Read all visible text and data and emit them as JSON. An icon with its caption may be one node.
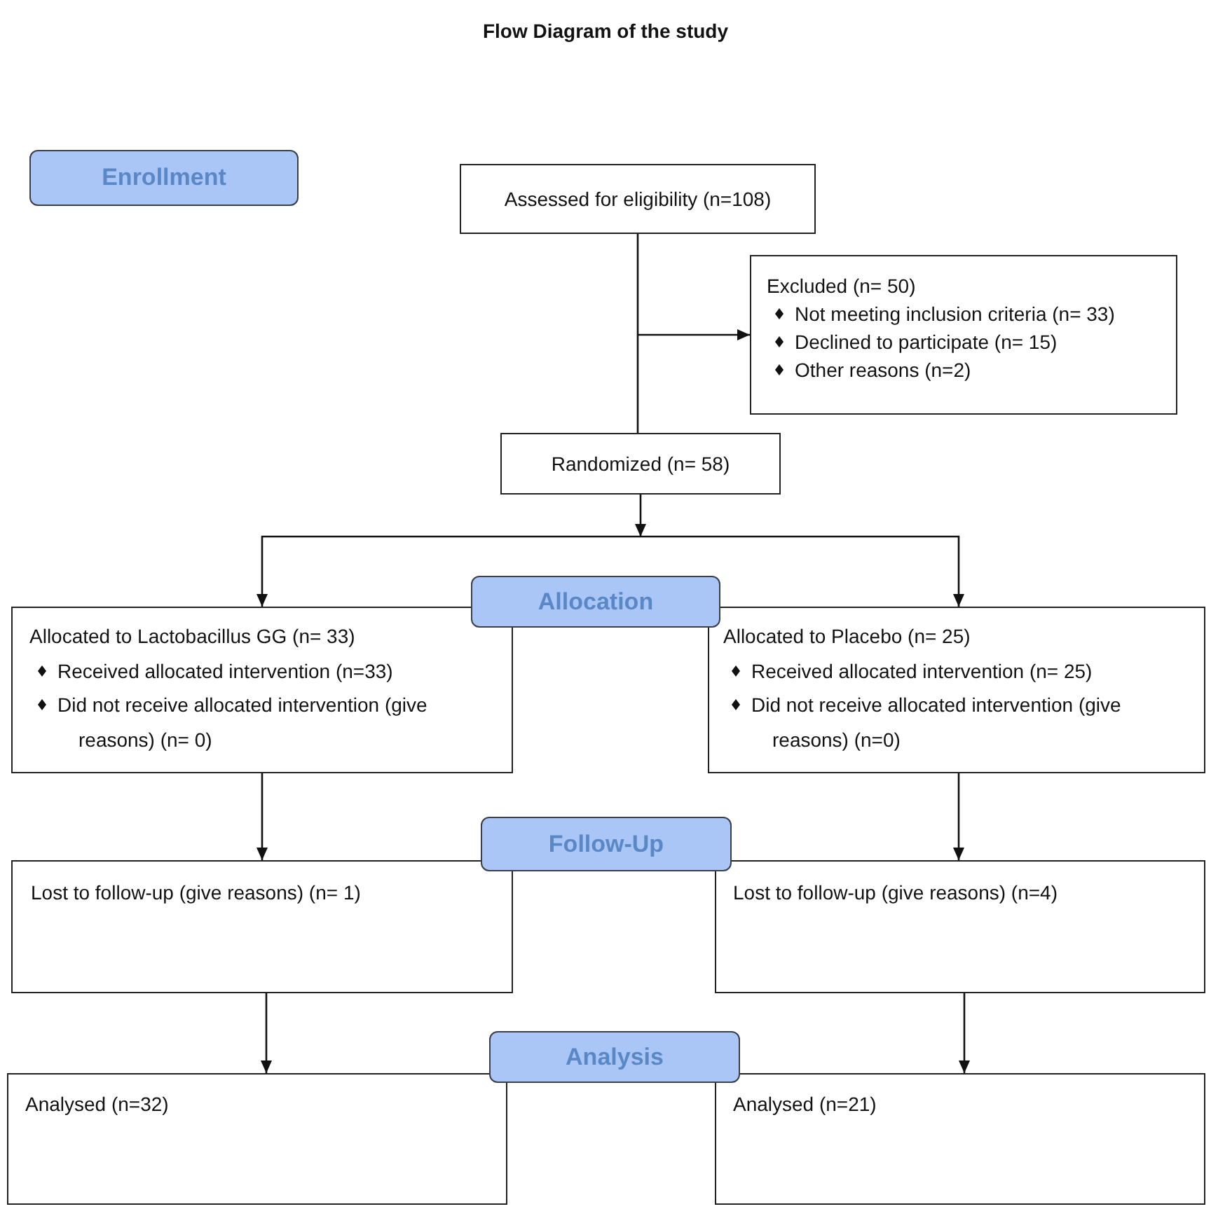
{
  "diagram": {
    "title": "Flow Diagram of the study",
    "nodes": [
      {
        "text": [
          "Enrollment"
        ]
      },
      {
        "text": [
          "Assessed for eligibility (n=108)"
        ]
      },
      {
        "text": [
          "Excluded (n= 50)",
          "Not meeting inclusion criteria (n= 33)",
          "Declined to participate (n= 15)",
          "Other reasons (n=2)"
        ]
      },
      {
        "text": [
          "Randomized (n= 58)"
        ]
      },
      {
        "text": [
          "Allocation"
        ]
      },
      {
        "text": [
          "Allocated to Lactobacillus GG (n= 33)",
          "Received allocated intervention (n=33)",
          "Did not receive allocated intervention (give reasons) (n= 0)"
        ]
      },
      {
        "text": [
          "Allocated to Placebo (n= 25)",
          "Received allocated intervention (n= 25)",
          "Did not receive allocated intervention (give reasons) (n=0)"
        ]
      },
      {
        "text": [
          "Follow-Up"
        ]
      },
      {
        "text": [
          "Lost to follow-up (give reasons) (n= 1)"
        ]
      },
      {
        "text": [
          "Lost to follow-up (give reasons) (n=4)"
        ]
      },
      {
        "text": [
          "Analysis"
        ]
      },
      {
        "text": [
          "Analysed (n=32)"
        ]
      },
      {
        "text": [
          "Analysed (n=21)"
        ]
      }
    ],
    "edges": [
      {
        "from": 1,
        "to": 2,
        "arrow": "to"
      },
      {
        "from": 1,
        "to": 3,
        "arrow": "none"
      },
      {
        "from": 3,
        "to": 5,
        "arrow": "to"
      },
      {
        "from": 3,
        "to": 6,
        "arrow": "to"
      },
      {
        "from": 5,
        "to": 8,
        "arrow": "to"
      },
      {
        "from": 6,
        "to": 9,
        "arrow": "to"
      },
      {
        "from": 8,
        "to": 11,
        "arrow": "to"
      },
      {
        "from": 9,
        "to": 12,
        "arrow": "to"
      }
    ]
  }
}
